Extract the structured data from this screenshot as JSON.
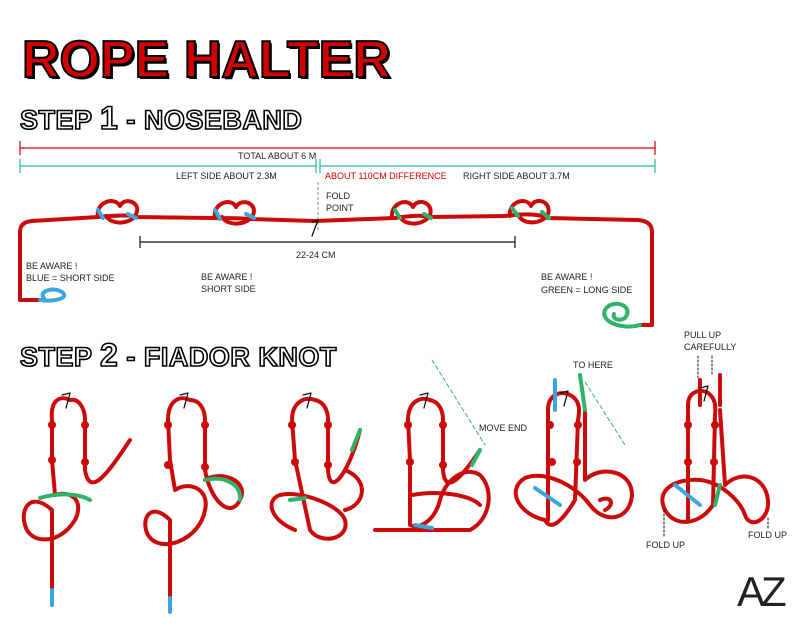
{
  "title": "ROPE HALTER",
  "step1": {
    "prefix": "STEP",
    "num": "1",
    "suffix": "- NOSEBAND"
  },
  "step2": {
    "prefix": "STEP",
    "num": "2",
    "suffix": "- FIADOR KNOT"
  },
  "labels": {
    "total": "TOTAL ABOUT 6 M",
    "left_side": "LEFT SIDE ABOUT 2.3M",
    "difference": "ABOUT 110CM DIFFERENCE",
    "right_side": "RIGHT SIDE ABOUT 3.7M",
    "fold": "FOLD",
    "point": "POINT",
    "spacing": "22-24 CM",
    "aware_blue_1": "BE AWARE !",
    "aware_blue_2": "BLUE = SHORT SIDE",
    "aware_short_1": "BE AWARE !",
    "aware_short_2": "SHORT SIDE",
    "aware_green_1": "BE AWARE !",
    "aware_green_2": "GREEN = LONG SIDE",
    "move_end": "MOVE END",
    "to_here": "TO HERE",
    "pull_up": "PULL UP",
    "carefully": "CAREFULLY",
    "fold_up_left": "FOLD UP",
    "fold_up_right": "FOLD UP"
  },
  "signature": "AZ",
  "colors": {
    "rope": "#cc0a0a",
    "blue": "#3aa6dd",
    "green": "#2fb36b",
    "measure_red": "#d40000",
    "measure_teal": "#2fb3a0"
  }
}
